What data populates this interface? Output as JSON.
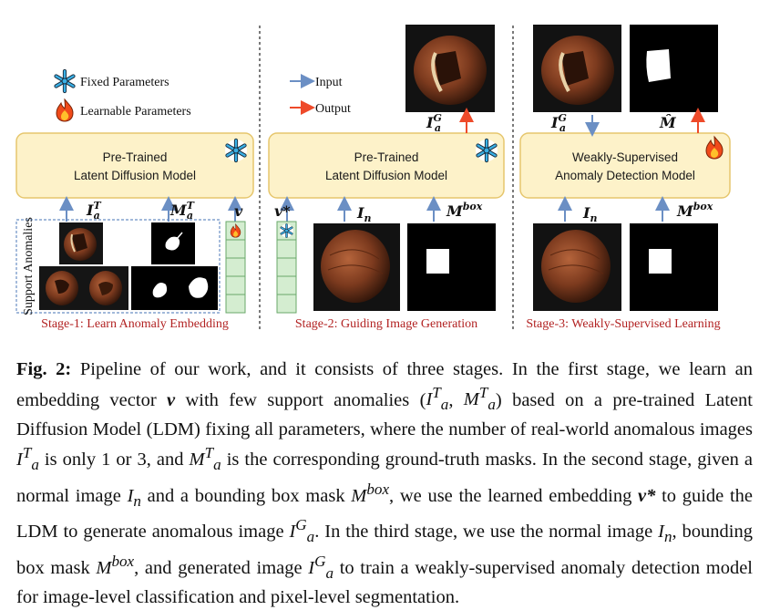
{
  "legend": {
    "fixed": "Fixed Parameters",
    "learnable": "Learnable Parameters",
    "input": "Input",
    "output": "Output"
  },
  "stages": {
    "s1": {
      "box_line1": "Pre-Trained",
      "box_line2": "Latent Diffusion Model",
      "label": "Stage-1: Learn Anomaly Embedding",
      "support": "Support Anomalies"
    },
    "s2": {
      "box_line1": "Pre-Trained",
      "box_line2": "Latent Diffusion Model",
      "label": "Stage-2: Guiding Image Generation"
    },
    "s3": {
      "box_line1": "Weakly-Supervised",
      "box_line2": "Anomaly Detection Model",
      "label": "Stage-3: Weakly-Supervised Learning"
    }
  },
  "math": {
    "ia": "I",
    "sup_t": "T",
    "sub_a": "a",
    "ma": "M",
    "v": "v",
    "vstar": "v*",
    "in": "I",
    "sub_n": "n",
    "mbox": "M",
    "sup_box": "box",
    "sup_g": "G",
    "mhat": "M̂"
  },
  "caption": {
    "fig_label": "Fig. 2:",
    "p1": " Pipeline of our work, and it consists of three stages. In the first stage, we learn an embedding vector ",
    "p2": " with few support anomalies (",
    "p3": ", ",
    "p4": ") based on a pre-trained Latent Diffusion Model (LDM) fixing all parameters, where the number of real-world anomalous images ",
    "p5": " is only 1 or 3, and ",
    "p6": " is the corresponding ground-truth masks. In the second stage, given a normal image ",
    "p7": " and a bounding box mask ",
    "p8": ", we use the learned embedding ",
    "p9": " to guide the LDM to generate anomalous image ",
    "p10": ". In the third stage, we use the normal image ",
    "p11": ", bounding box mask ",
    "p12": ", and generated image ",
    "p13": " to train a weakly-supervised anomaly detection model for image-level classification and pixel-level segmentation."
  },
  "colors": {
    "box_fill": "#fdf2c9",
    "box_stroke": "#e6c66d",
    "arrow_input": "#6b8fc4",
    "arrow_output": "#ee4a2a",
    "stage_label": "#b22222",
    "embed_fill": "#d4edd0",
    "embed_stroke": "#6aa86a",
    "snow": "#3ab0e6"
  }
}
